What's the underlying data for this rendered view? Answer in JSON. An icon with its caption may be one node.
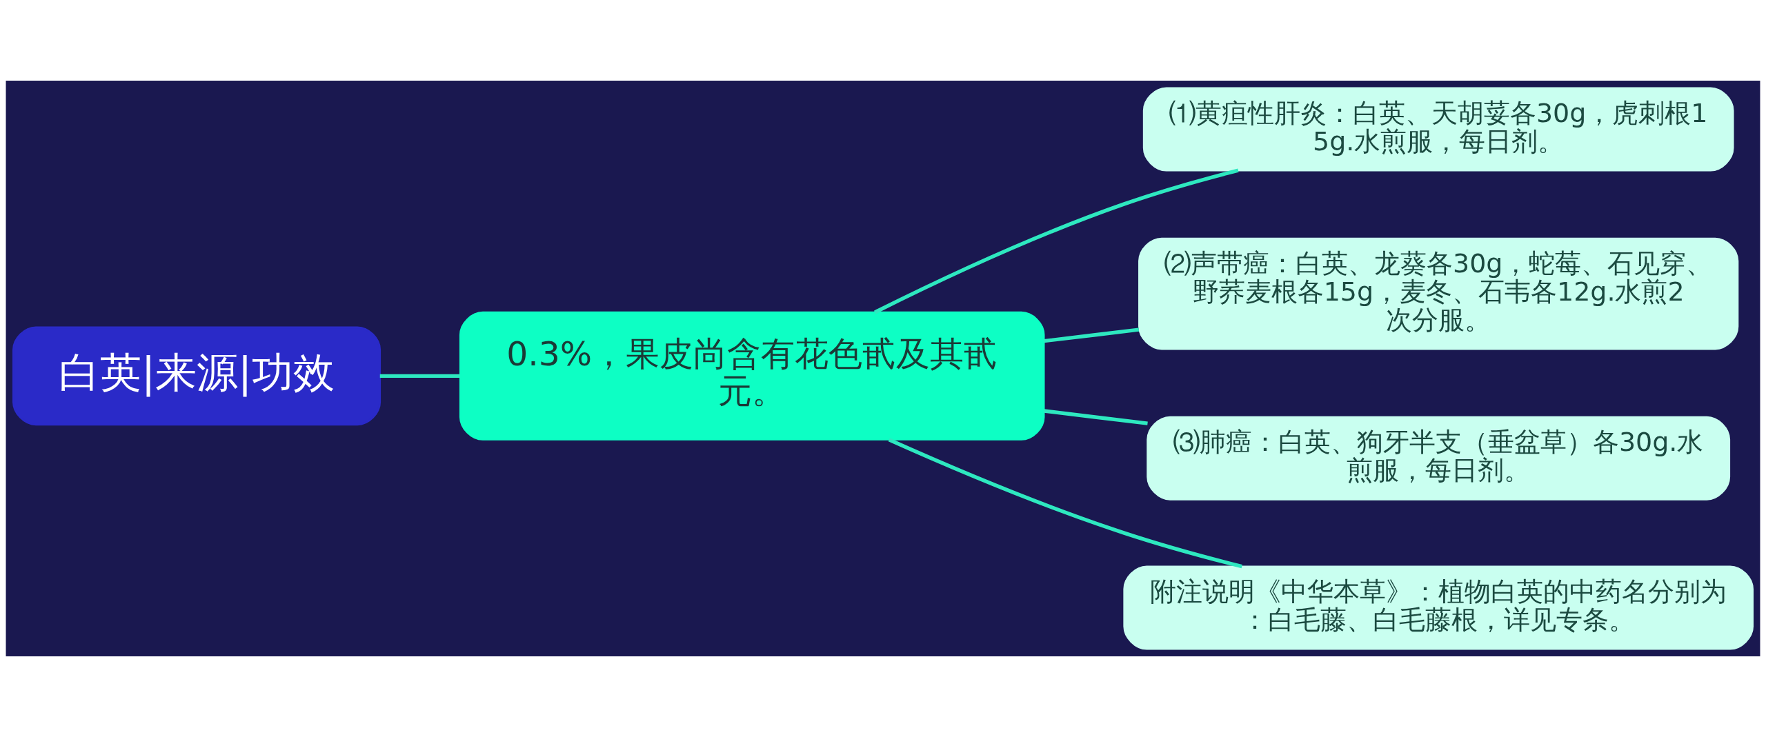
{
  "diagram": {
    "nodes": [
      {
        "text": [
          "白英|来源|功效"
        ]
      },
      {
        "text": [
          "0.3%，果皮尚含有花色甙及其甙元。"
        ]
      },
      {
        "text": [
          "⑴黄疸性肝炎：白英、天胡荽各30g，虎刺根15g.水煎服，每日剂。"
        ]
      },
      {
        "text": [
          "⑵声带癌：白英、龙葵各30g，蛇莓、石见穿、野荞麦根各15g，麦冬、石韦各12g.水煎2次分服。"
        ]
      },
      {
        "text": [
          "⑶肺癌：白英、狗牙半支（垂盆草）各30g.水煎服，每日剂。"
        ]
      },
      {
        "text": [
          "附注说明《中华本草》：植物白英的中药名分别为：白毛藤、白毛藤根，详见专条。"
        ]
      }
    ],
    "edges": [
      {
        "from": 0,
        "to": 1,
        "arrow": "none"
      },
      {
        "from": 1,
        "to": 2,
        "arrow": "none"
      },
      {
        "from": 1,
        "to": 3,
        "arrow": "none"
      },
      {
        "from": 1,
        "to": 4,
        "arrow": "none"
      },
      {
        "from": 1,
        "to": 5,
        "arrow": "none"
      }
    ]
  }
}
